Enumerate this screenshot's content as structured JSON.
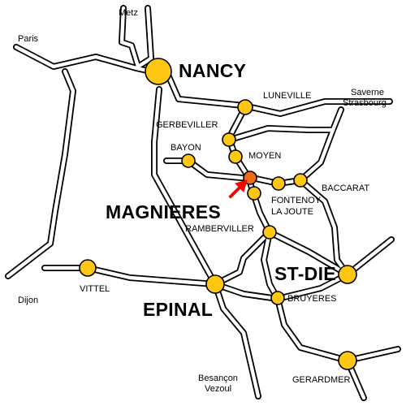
{
  "colors": {
    "town_fill": "#ffc712",
    "highlight_fill": "#f06a12",
    "arrow": "#ff0000",
    "road_outline": "#000000",
    "road_fill": "#ffffff"
  },
  "labels": {
    "metz": "Metz",
    "paris": "Paris",
    "nancy": "NANCY",
    "luneville": "LUNEVILLE",
    "saverne_strasbourg_1": "Saverne",
    "saverne_strasbourg_2": "Strasbourg",
    "gerbeviller": "GERBEVILLER",
    "bayon": "BAYON",
    "moyen": "MOYEN",
    "baccarat": "BACCARAT",
    "magnieres": "MAGNIERES",
    "fontenoy_1": "FONTENOY",
    "fontenoy_2": "LA JOUTE",
    "rambervillers": "RAMBERVILLER",
    "st_die": "ST-DIE",
    "dijon": "Dijon",
    "vittel": "VITTEL",
    "epinal": "EPINAL",
    "bruyeres": "BRUYERES",
    "besancon_vesoul_1": "Besançon",
    "besancon_vesoul_2": "Vezoul",
    "gerardmer": "GERARDMER"
  },
  "icons": {
    "marker": "red-arrow-icon"
  }
}
